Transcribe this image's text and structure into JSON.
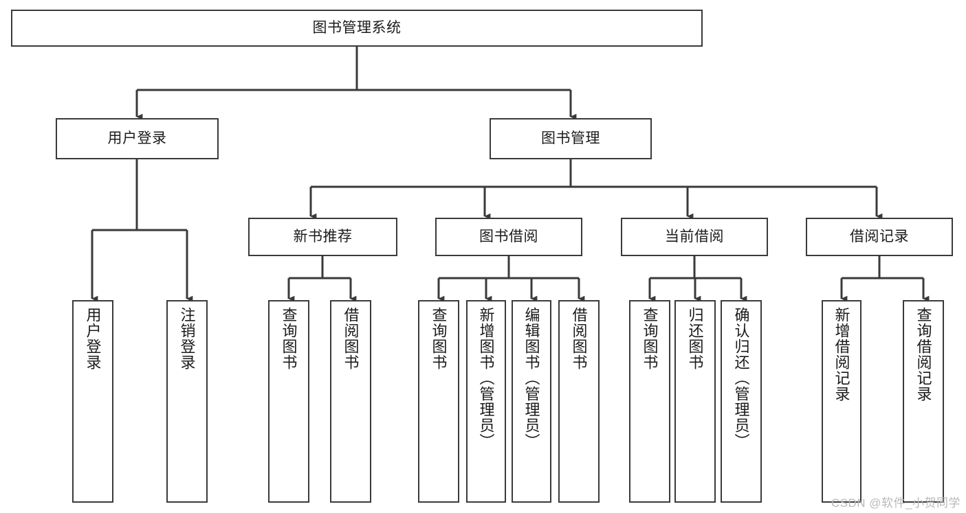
{
  "diagram": {
    "title": "图书管理系统",
    "type": "tree-hierarchy",
    "root": {
      "id": "root",
      "label": "图书管理系统"
    },
    "level2": [
      {
        "id": "user-login",
        "label": "用户登录"
      },
      {
        "id": "book-manage",
        "label": "图书管理"
      }
    ],
    "level3": [
      {
        "id": "new-book-rec",
        "label": "新书推荐",
        "parent": "book-manage"
      },
      {
        "id": "book-borrow",
        "label": "图书借阅",
        "parent": "book-manage"
      },
      {
        "id": "current-borrow",
        "label": "当前借阅",
        "parent": "book-manage"
      },
      {
        "id": "borrow-record",
        "label": "借阅记录",
        "parent": "book-manage"
      }
    ],
    "leaves": {
      "user_login": [
        {
          "id": "leaf-user-login",
          "label": "用户登录"
        },
        {
          "id": "leaf-logout",
          "label": "注销登录"
        }
      ],
      "new_book_rec": [
        {
          "id": "leaf-query-book-1",
          "label": "查询图书"
        },
        {
          "id": "leaf-borrow-book-1",
          "label": "借阅图书"
        }
      ],
      "book_borrow": [
        {
          "id": "leaf-query-book-2",
          "label": "查询图书"
        },
        {
          "id": "leaf-add-book",
          "label": "新增图书（管理员）"
        },
        {
          "id": "leaf-edit-book",
          "label": "编辑图书（管理员）"
        },
        {
          "id": "leaf-borrow-book-2",
          "label": "借阅图书"
        }
      ],
      "current_borrow": [
        {
          "id": "leaf-query-book-3",
          "label": "查询图书"
        },
        {
          "id": "leaf-return-book",
          "label": "归还图书"
        },
        {
          "id": "leaf-confirm-return",
          "label": "确认归还（管理员）"
        }
      ],
      "borrow_record": [
        {
          "id": "leaf-add-record",
          "label": "新增借阅记录"
        },
        {
          "id": "leaf-query-record",
          "label": "查询借阅记录"
        }
      ]
    }
  },
  "watermark": {
    "text": "CSDN @软件_小贺同学"
  },
  "colors": {
    "stroke": "#3a3a3a",
    "background": "#ffffff",
    "text": "#1b1b1b",
    "watermark": "#b9b9b9"
  }
}
